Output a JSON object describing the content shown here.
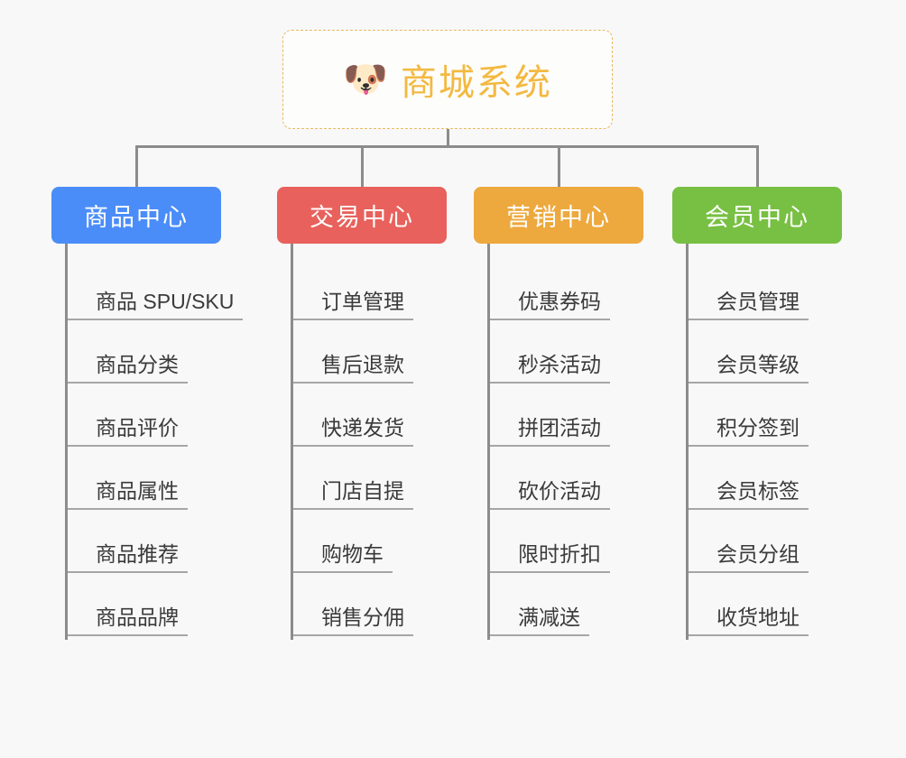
{
  "background_color": "#f8f8f8",
  "connector_color": "#8c8c8c",
  "root": {
    "icon": "dog-face-emoji",
    "emoji": "🐶",
    "title": "商城系统",
    "text_color": "#f3b940",
    "border_color": "#e8b960"
  },
  "categories": [
    {
      "label": "商品中心",
      "color": "#4b8df8",
      "items": [
        "商品 SPU/SKU",
        "商品分类",
        "商品评价",
        "商品属性",
        "商品推荐",
        "商品品牌"
      ]
    },
    {
      "label": "交易中心",
      "color": "#e8615c",
      "items": [
        "订单管理",
        "售后退款",
        "快递发货",
        "门店自提",
        "购物车",
        "销售分佣"
      ]
    },
    {
      "label": "营销中心",
      "color": "#eda93e",
      "items": [
        "优惠券码",
        "秒杀活动",
        "拼团活动",
        "砍价活动",
        "限时折扣",
        "满减送"
      ]
    },
    {
      "label": "会员中心",
      "color": "#78c043",
      "items": [
        "会员管理",
        "会员等级",
        "积分签到",
        "会员标签",
        "会员分组",
        "收货地址"
      ]
    }
  ]
}
